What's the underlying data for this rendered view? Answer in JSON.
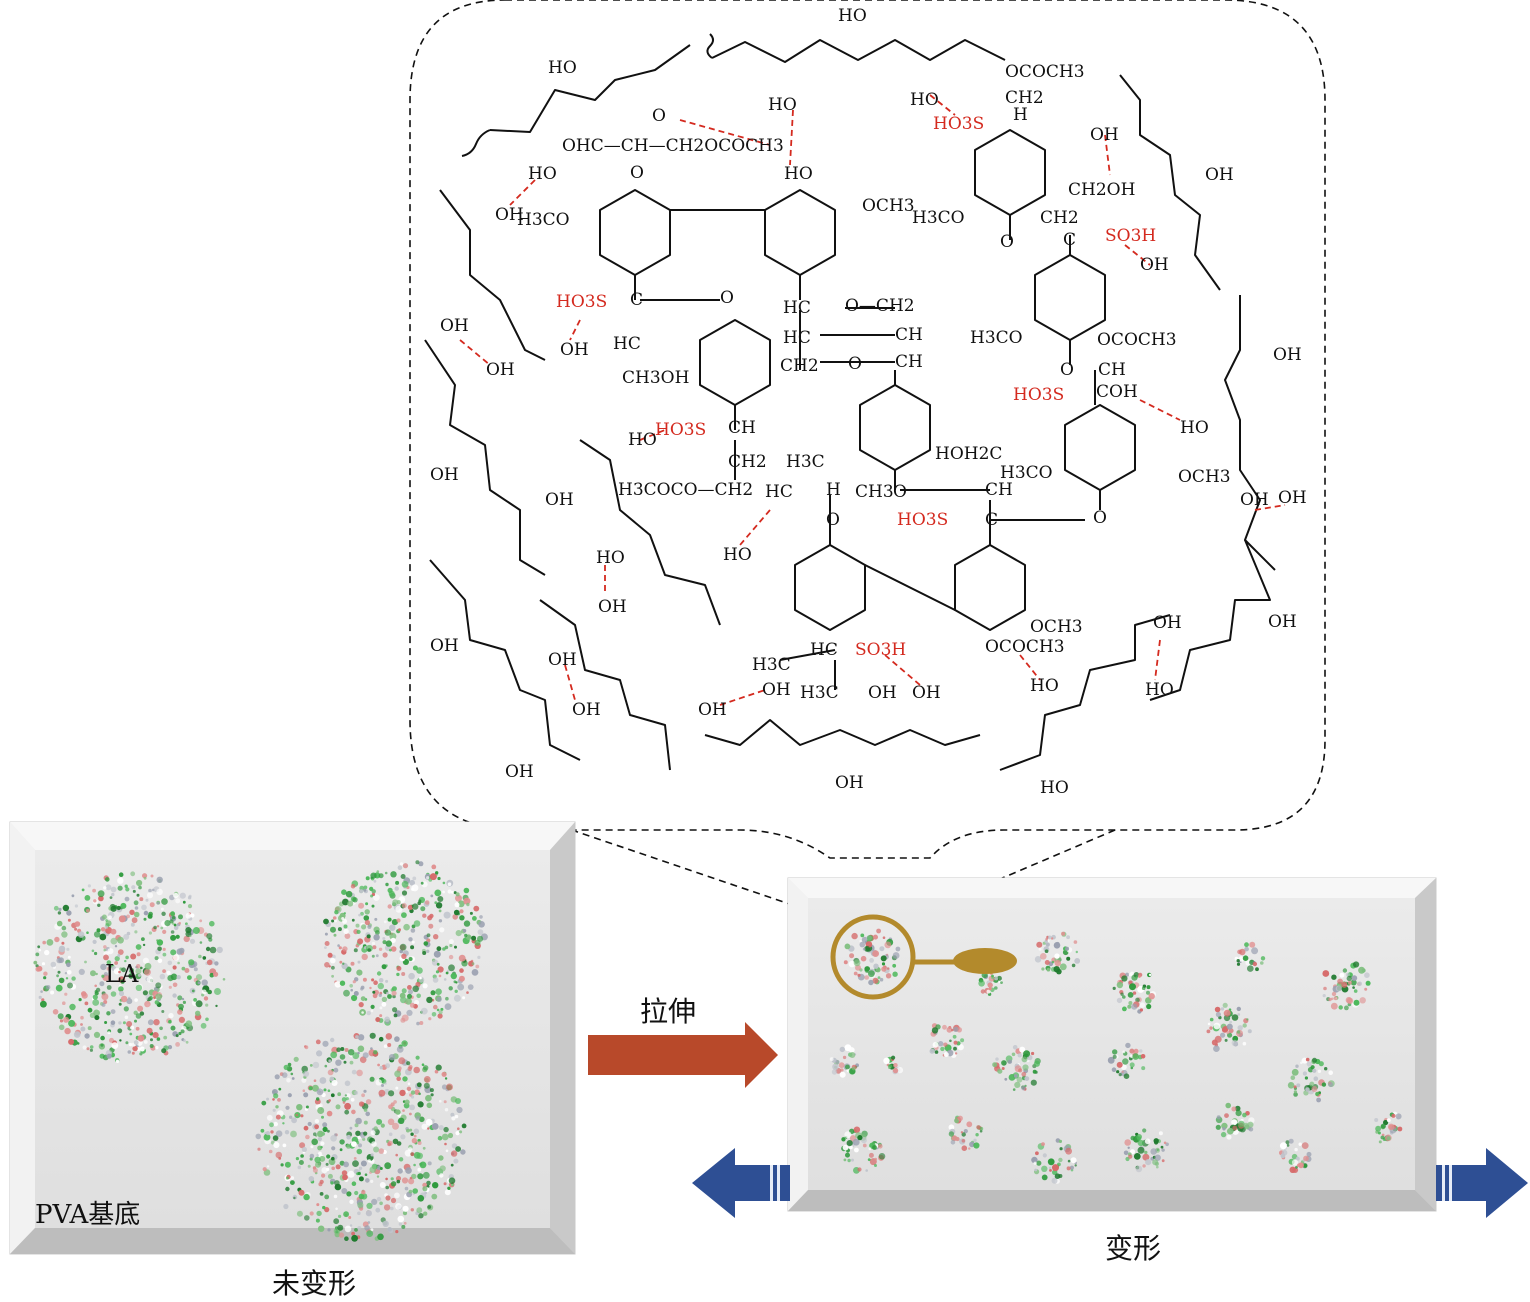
{
  "labels": {
    "la": "LA",
    "matrix": "PVA基底",
    "undeformed": "未变形",
    "stretch": "拉伸",
    "deformed": "变形"
  },
  "chem": {
    "hydroxyl": "HO",
    "hydroxyl_r": "OH",
    "acetyl": "OCOCH3",
    "sulfonate": "HO3S",
    "sulfonic": "SO3H",
    "methoxy": "OCH3",
    "methoxy_l": "H3CO",
    "ch2": "CH2",
    "ch2oh": "CH2OH",
    "ch3oh": "CH3OH",
    "ohc_chain": "OHC—CH—CH2OCOCH3",
    "h3ccoco": "H3COCO—CH2",
    "hohc": "HOH2C",
    "och2": "O—CH2",
    "coh": "COH",
    "ch": "CH",
    "hc": "HC",
    "c": "C",
    "h": "H",
    "o": "O",
    "h3c": "H3C",
    "ch3": "CH3"
  },
  "colors": {
    "bond": "#111111",
    "hbond": "#d42a1f",
    "acid_text": "#d42a1f",
    "panel_fill": "#e6e6e6",
    "panel_bevel_light": "#f7f7f7",
    "panel_bevel_dark": "#bdbdbd",
    "stretch_arrow": "#b8492a",
    "tension_arrow": "#2e4f94",
    "magnifier": "#b38a2c"
  }
}
